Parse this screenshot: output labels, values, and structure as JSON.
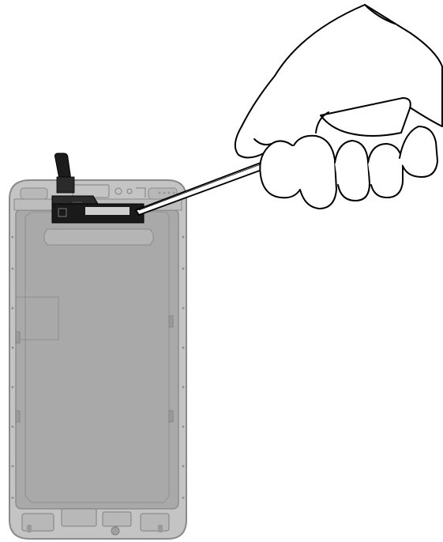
{
  "illustration": {
    "subject": "phone-display-assembly",
    "highlighted_part": "earpiece-speaker-bracket",
    "tool": "spudger-pry-tool",
    "hand": "gloved-hand",
    "colors": {
      "panel_fill": "#a9a9a9",
      "panel_stroke": "#8a8a8a",
      "frame_fill": "#c4c4c4",
      "highlight_part": "#1a1a1a",
      "line_art": "#000000",
      "background": "#ffffff"
    }
  }
}
